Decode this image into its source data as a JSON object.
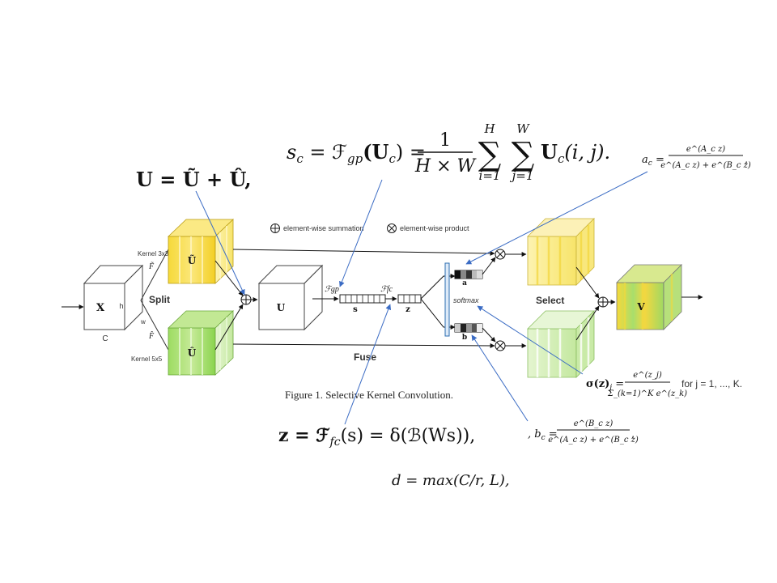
{
  "equations": {
    "u_sum": "U = Ũ + Û,",
    "sc_lhs": "s",
    "sc_lhs_sub": "c",
    "sc_mid": " = ℱ",
    "sc_mid_sub": "gp",
    "sc_arg": "(U",
    "sc_arg_sub": "c",
    "sc_close": ") =",
    "sc_frac_num": "1",
    "sc_frac_den": "H × W",
    "sc_sum1_top": "H",
    "sc_sum1_bot": "i=1",
    "sc_sum2_top": "W",
    "sc_sum2_bot": "j=1",
    "sc_tail": "U",
    "sc_tail_sub": "c",
    "sc_tail_end": "(i, j).",
    "ac_lhs": "a",
    "ac_lhs_sub": "c",
    "ac_eq": " =",
    "ac_num": "e^(A_c z)",
    "ac_den": "e^(A_c z) + e^(B_c z)",
    "ac_end": ",",
    "sigma_lhs": "σ(z)",
    "sigma_sub": "j",
    "sigma_eq": " =",
    "sigma_num": "e^(z_j)",
    "sigma_den": "Σ_(k=1)^K e^(z_k)",
    "sigma_for": "for j = 1, ..., K.",
    "bc_lhs": ", b",
    "bc_lhs_sub": "c",
    "bc_eq": " =",
    "bc_num": "e^(B_c z)",
    "bc_den": "e^(A_c z) + e^(B_c z)",
    "bc_end": ",",
    "z_eq": "z = ℱ",
    "z_eq_sub": "fc",
    "z_rest": "(s) = δ(ℬ(Ws)),",
    "d_eq": "d = max(C/r, L),"
  },
  "figure": {
    "caption": "Figure 1. Selective Kernel Convolution.",
    "legend_sum": "element-wise summation",
    "legend_product": "element-wise product",
    "x_label": "X",
    "x_h": "h",
    "x_w": "w",
    "x_c": "C",
    "split_label": "Split",
    "fuse_label": "Fuse",
    "select_label": "Select",
    "kernel_top": "Kernel 3x3",
    "kernel_bottom": "Kernel 5x5",
    "f_tilde": "F̃",
    "f_hat": "F̂",
    "u_tilde": "Ũ",
    "u_hat": "Û",
    "u_label": "U",
    "f_gp": "ℱgp",
    "f_fc": "ℱfc",
    "s_label": "s",
    "z_label": "z",
    "a_label": "a",
    "b_label": "b",
    "softmax_label": "softmax",
    "v_label": "V"
  },
  "colors": {
    "yellow": "#f6d93a",
    "yellow_light": "#fbef9a",
    "green": "#9ddc62",
    "green_light": "#d5efb8",
    "blue_arrow": "#3b6cc4",
    "softmax_blue": "#2b6cb0"
  }
}
